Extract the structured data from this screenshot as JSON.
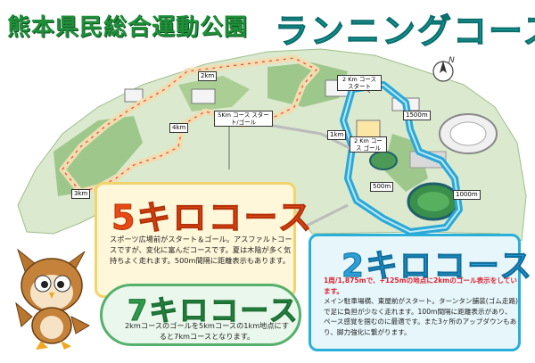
{
  "title": "熊本県民総合運動公園",
  "course_title": "ランニングコース",
  "compass": {
    "label": "N"
  },
  "course5": {
    "heading": "5キロコース",
    "description": "スポーツ広場前がスタート＆ゴール。アスファルトコースですが、変化に富んだコースです。夏は木陰が多く気持ちよく走れます。500m間隔に距離表示もあります。",
    "start_goal_label": "5Km コース スタート/ゴール",
    "distance_markers": [
      "1km",
      "2km",
      "3km",
      "4km"
    ]
  },
  "course2": {
    "heading": "2キロコース",
    "highlight": "1周/1,875mで、+125mの地点に2kmのゴール表示をしています。",
    "description": "メイン駐車場横、東屋前がスタート。ターンタン舗装(ゴム走路)で足に負担が少なく走れます。100m間隔に距離表示があり、ペース感覚を掴むのに最適です。また3ヶ所のアップダウンもあり、脚力強化に繋がります。",
    "start_label": "2 Km コース スタート",
    "goal_label": "2 Km コース ゴール",
    "distance_markers": [
      "500m",
      "1000m",
      "1500m"
    ]
  },
  "course7": {
    "heading": "7キロコース",
    "description": "2kmコースのゴールを5kmコースの1km地点にすると7kmコースとなります。"
  },
  "colors": {
    "course5_accent": "#e84a16",
    "course2_accent": "#2d9fd6",
    "course7_accent": "#2e9b4b",
    "title_green": "#1f8f3a",
    "title_teal": "#1aa3a0"
  }
}
